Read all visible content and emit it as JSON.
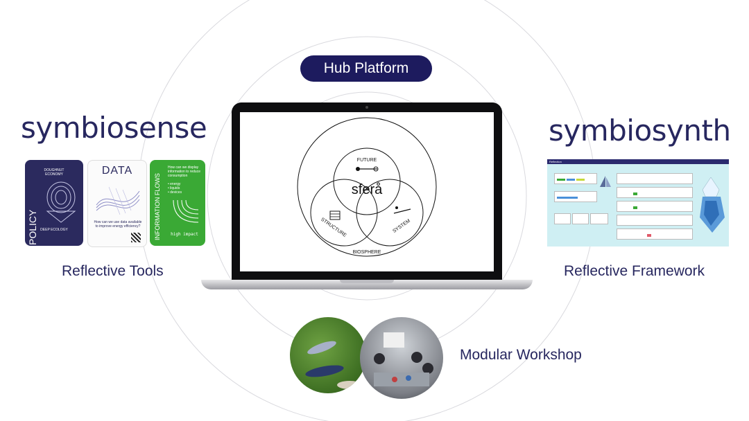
{
  "hub": {
    "label": "Hub Platform"
  },
  "left": {
    "brand": "symbiosense",
    "caption": "Reflective Tools",
    "cards": {
      "policy": {
        "title": "POLICY",
        "top": "DOUGHNUT\nECONOMY",
        "bottom": "DEEP ECOLOGY"
      },
      "data": {
        "title": "DATA",
        "question": "How can we use data available to improve energy efficiency?"
      },
      "info": {
        "title": "INFORMATION FLOWS",
        "question": "How can we display information to reduce consumption",
        "list": "• energy\n• liquids\n• devices",
        "footer": "high impact"
      }
    }
  },
  "right": {
    "brand": "symbiosynth",
    "caption": "Reflective Framework",
    "header": "Reflection"
  },
  "workshop": {
    "caption": "Modular Workshop"
  },
  "sfera": {
    "logo": "sferå",
    "labels": {
      "future": "FUTURE",
      "structure": "STRUCTURE",
      "system": "SYSTEM",
      "biosphere": "BIOSPHERE"
    }
  },
  "colors": {
    "navy": "#1d1b5e",
    "green": "#3aa935",
    "teal": "#cfeff3"
  }
}
